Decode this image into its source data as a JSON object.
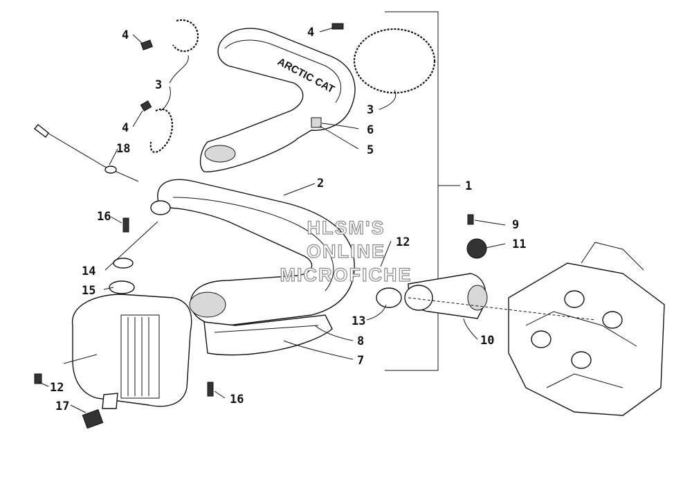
{
  "diagram": {
    "watermark": [
      "HLSM'S",
      "ONLINE",
      "MICROFICHE"
    ],
    "callouts": [
      {
        "id": "c1",
        "text": "1"
      },
      {
        "id": "c2",
        "text": "2"
      },
      {
        "id": "c3a",
        "text": "3"
      },
      {
        "id": "c3b",
        "text": "3"
      },
      {
        "id": "c4a",
        "text": "4"
      },
      {
        "id": "c4b",
        "text": "4"
      },
      {
        "id": "c4c",
        "text": "4"
      },
      {
        "id": "c5",
        "text": "5"
      },
      {
        "id": "c6",
        "text": "6"
      },
      {
        "id": "c7",
        "text": "7"
      },
      {
        "id": "c8",
        "text": "8"
      },
      {
        "id": "c9",
        "text": "9"
      },
      {
        "id": "c10",
        "text": "10"
      },
      {
        "id": "c11",
        "text": "11"
      },
      {
        "id": "c12a",
        "text": "12"
      },
      {
        "id": "c12b",
        "text": "12"
      },
      {
        "id": "c13",
        "text": "13"
      },
      {
        "id": "c14",
        "text": "14"
      },
      {
        "id": "c15",
        "text": "15"
      },
      {
        "id": "c16a",
        "text": "16"
      },
      {
        "id": "c16b",
        "text": "16"
      },
      {
        "id": "c17",
        "text": "17"
      },
      {
        "id": "c18",
        "text": "18"
      }
    ],
    "parts": {
      "heat_shield_logo": "ARCTIC CAT"
    }
  }
}
